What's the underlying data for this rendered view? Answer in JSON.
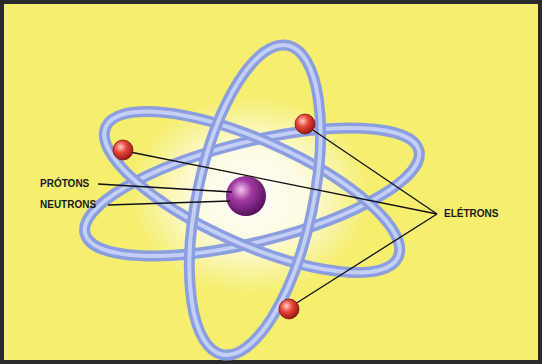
{
  "diagram": {
    "labels": [
      "PRÓTONS",
      "NEUTRONS",
      "ELÉTRONS"
    ]
  }
}
